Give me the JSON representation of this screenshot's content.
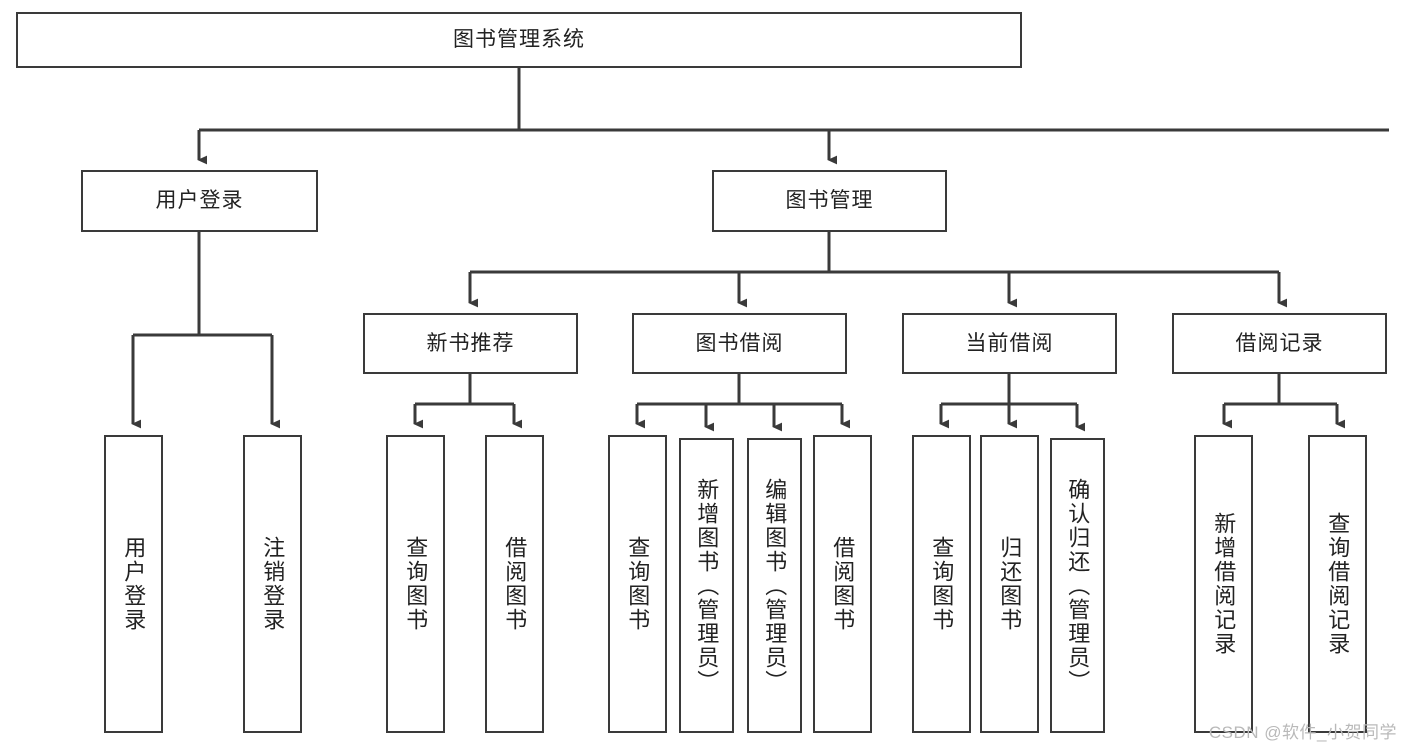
{
  "diagram": {
    "title_node": {
      "label": "图书管理系统"
    },
    "level2": [
      {
        "id": "user-login",
        "label": "用户登录"
      },
      {
        "id": "book-management",
        "label": "图书管理"
      }
    ],
    "level3": [
      {
        "id": "new-book-recommend",
        "label": "新书推荐"
      },
      {
        "id": "book-borrow",
        "label": "图书借阅"
      },
      {
        "id": "current-borrow",
        "label": "当前借阅"
      },
      {
        "id": "borrow-record",
        "label": "借阅记录"
      }
    ],
    "leaves": [
      {
        "id": "leaf-user-login",
        "label": "用户登录"
      },
      {
        "id": "leaf-logout-login",
        "label": "注销登录"
      },
      {
        "id": "leaf-query-book-1",
        "label": "查询图书"
      },
      {
        "id": "leaf-borrow-book-1",
        "label": "借阅图书"
      },
      {
        "id": "leaf-query-book-2",
        "label": "查询图书"
      },
      {
        "id": "leaf-add-book-admin",
        "label": "新增图书（管理员）"
      },
      {
        "id": "leaf-edit-book-admin",
        "label": "编辑图书（管理员）"
      },
      {
        "id": "leaf-borrow-book-2",
        "label": "借阅图书"
      },
      {
        "id": "leaf-query-book-3",
        "label": "查询图书"
      },
      {
        "id": "leaf-return-book",
        "label": "归还图书"
      },
      {
        "id": "leaf-confirm-return-admin",
        "label": "确认归还（管理员）"
      },
      {
        "id": "leaf-add-borrow-record",
        "label": "新增借阅记录"
      },
      {
        "id": "leaf-query-borrow-record",
        "label": "查询借阅记录"
      }
    ]
  },
  "watermark": {
    "text": "CSDN @软件_小贺同学"
  },
  "colors": {
    "stroke": "#3a3a3a",
    "background": "#ffffff",
    "text": "#222222",
    "watermark": "#b9b9b9"
  }
}
